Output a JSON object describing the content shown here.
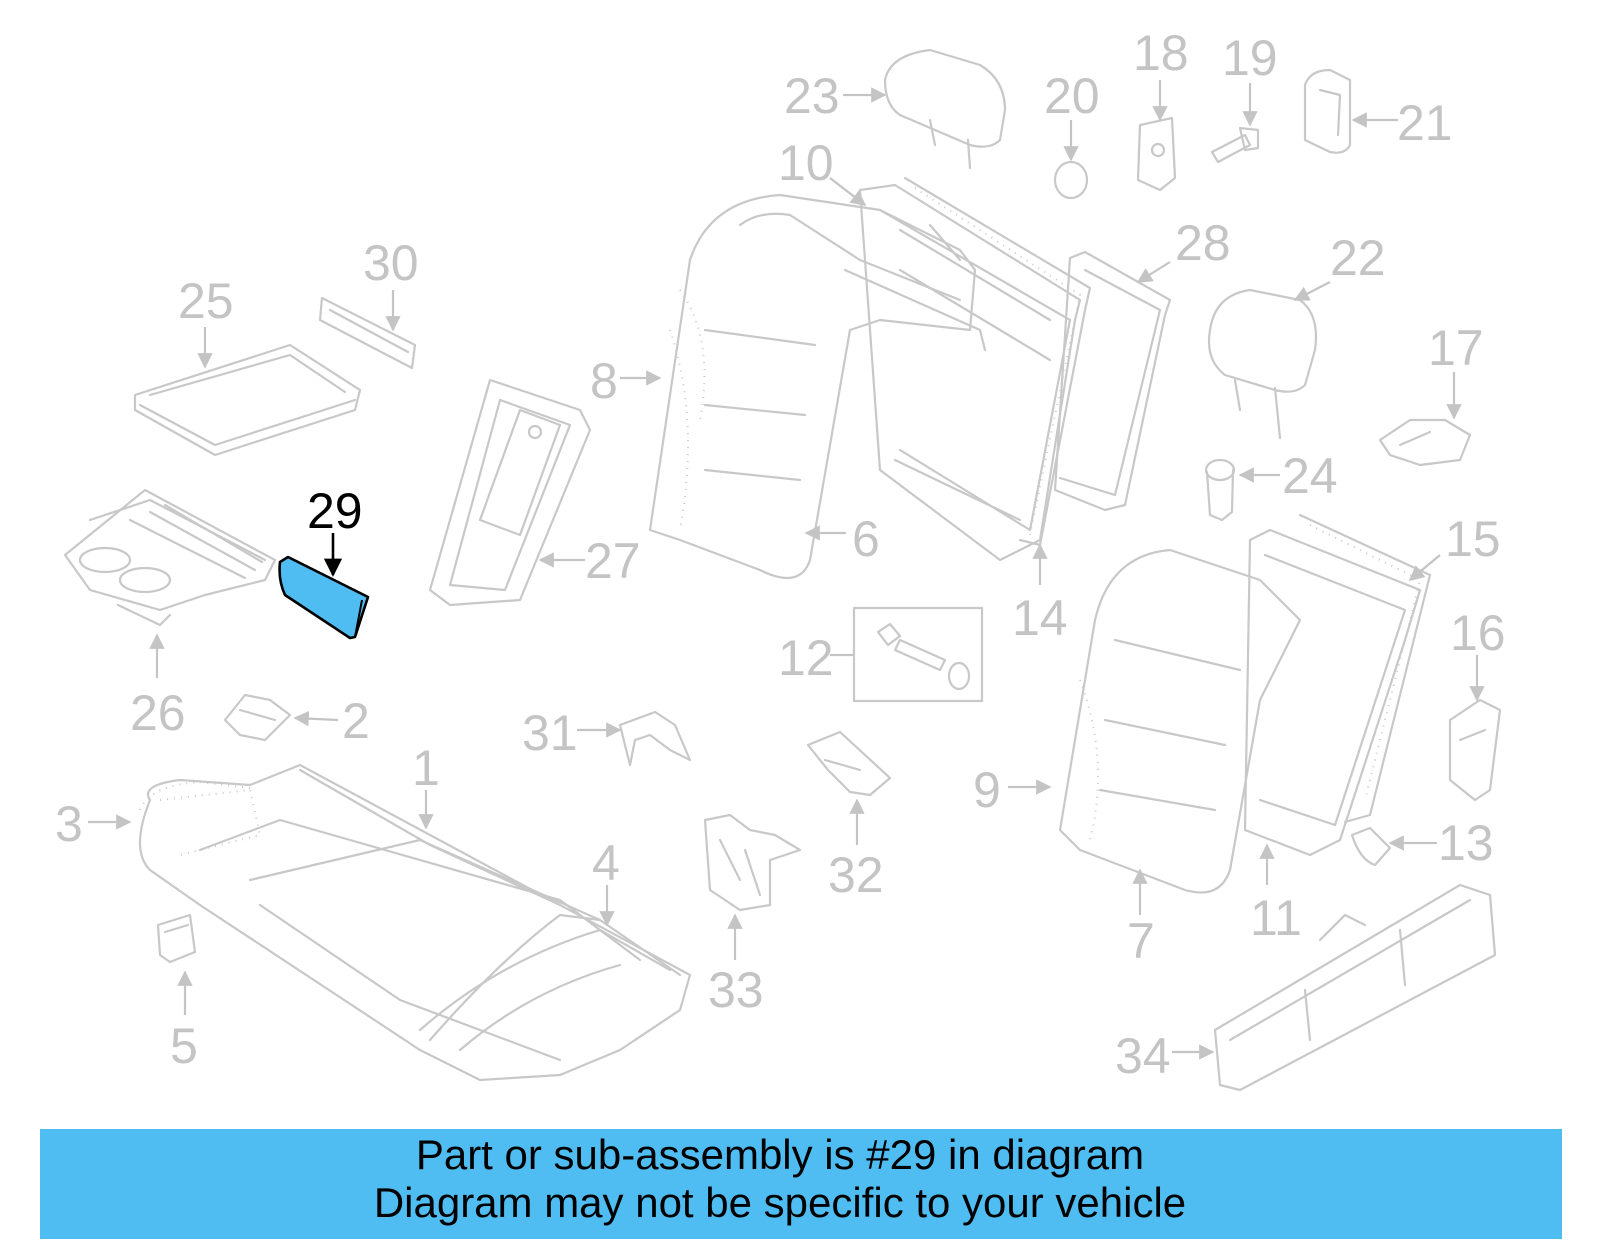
{
  "diagram": {
    "highlighted_part": "29",
    "highlight_color": "#4fbdf2",
    "callouts": [
      "1",
      "2",
      "3",
      "4",
      "5",
      "6",
      "7",
      "8",
      "9",
      "10",
      "11",
      "12",
      "13",
      "14",
      "15",
      "16",
      "17",
      "18",
      "19",
      "20",
      "21",
      "22",
      "23",
      "24",
      "25",
      "26",
      "27",
      "28",
      "29",
      "30",
      "31",
      "32",
      "33",
      "34"
    ]
  },
  "banner": {
    "color": "#4fbdf2",
    "line1": "Part or sub-assembly is #29 in diagram",
    "line2": "Diagram may not be specific to your vehicle"
  }
}
